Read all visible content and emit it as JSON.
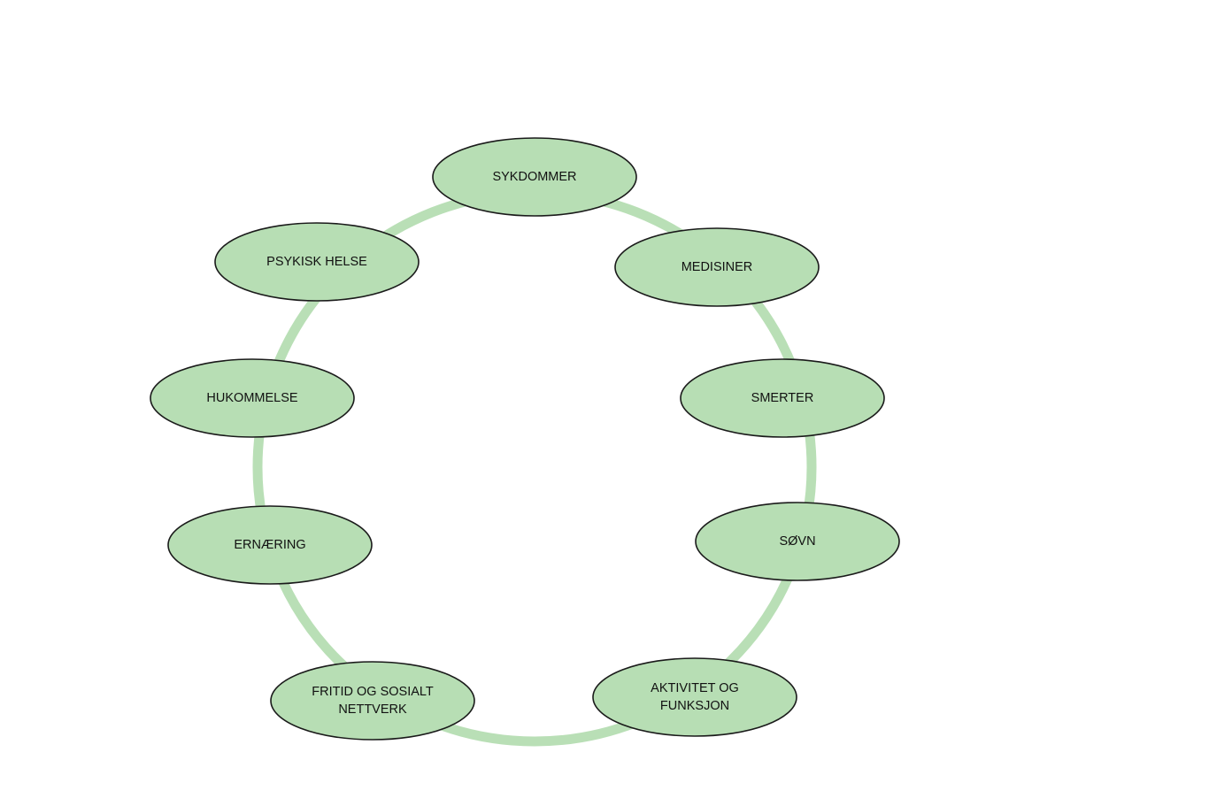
{
  "colors": {
    "ring": "#b9dfb6",
    "node_fill": "#b7deb4",
    "node_stroke": "#1a1a1a",
    "text": "#111111"
  },
  "nodes": [
    {
      "id": "sykdommer",
      "lines": [
        "SYKDOMMER"
      ]
    },
    {
      "id": "medisiner",
      "lines": [
        "MEDISINER"
      ]
    },
    {
      "id": "smerter",
      "lines": [
        "SMERTER"
      ]
    },
    {
      "id": "sovn",
      "lines": [
        "SØVN"
      ]
    },
    {
      "id": "aktivitet",
      "lines": [
        "AKTIVITET OG",
        "FUNKSJON"
      ]
    },
    {
      "id": "fritid",
      "lines": [
        "FRITID OG SOSIALT",
        "NETTVERK"
      ]
    },
    {
      "id": "ernaering",
      "lines": [
        "ERNÆRING"
      ]
    },
    {
      "id": "hukommelse",
      "lines": [
        "HUKOMMELSE"
      ]
    },
    {
      "id": "psykisk",
      "lines": [
        "PSYKISK HELSE"
      ]
    }
  ]
}
